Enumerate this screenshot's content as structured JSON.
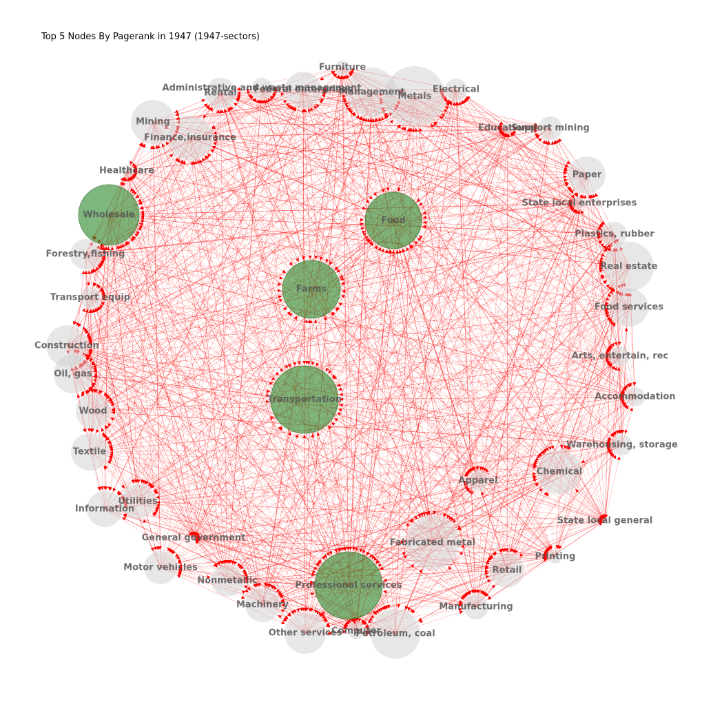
{
  "title": "Top 5 Nodes By Pagerank in 1947 (1947-sectors)",
  "colors": {
    "highlight_node": "#2e8b2e",
    "other_node": "#d0d0d0",
    "edge": "#ff0000",
    "label": "#555555"
  },
  "nodes": [
    {
      "label": "Farms",
      "top": true
    },
    {
      "label": "Food",
      "top": true
    },
    {
      "label": "Wholesale",
      "top": true
    },
    {
      "label": "Transportation",
      "top": true
    },
    {
      "label": "Professional services",
      "top": true
    },
    {
      "label": "Furniture",
      "top": false
    },
    {
      "label": "Administrative and waste management",
      "top": false
    },
    {
      "label": "Rental",
      "top": false
    },
    {
      "label": "Federal enterprises",
      "top": false
    },
    {
      "label": "Management",
      "top": false
    },
    {
      "label": "Metals",
      "top": false
    },
    {
      "label": "Electrical",
      "top": false
    },
    {
      "label": "Educational",
      "top": false
    },
    {
      "label": "Support mining",
      "top": false
    },
    {
      "label": "Mining",
      "top": false
    },
    {
      "label": "Finance,insurance",
      "top": false
    },
    {
      "label": "Healthcare",
      "top": false
    },
    {
      "label": "Paper",
      "top": false
    },
    {
      "label": "State local enterprises",
      "top": false
    },
    {
      "label": "Plastics, rubber",
      "top": false
    },
    {
      "label": "Real estate",
      "top": false
    },
    {
      "label": "Food services",
      "top": false
    },
    {
      "label": "Forestry,fishing",
      "top": false
    },
    {
      "label": "Transport equip",
      "top": false
    },
    {
      "label": "Construction",
      "top": false
    },
    {
      "label": "Oil, gas",
      "top": false
    },
    {
      "label": "Arts, entertain, rec",
      "top": false
    },
    {
      "label": "Accommodation",
      "top": false
    },
    {
      "label": "Wood",
      "top": false
    },
    {
      "label": "Textile",
      "top": false
    },
    {
      "label": "Warehousing, storage",
      "top": false
    },
    {
      "label": "Apparel",
      "top": false
    },
    {
      "label": "Chemical",
      "top": false
    },
    {
      "label": "Utilities",
      "top": false
    },
    {
      "label": "Information",
      "top": false
    },
    {
      "label": "State local general",
      "top": false
    },
    {
      "label": "General government",
      "top": false
    },
    {
      "label": "Fabricated metal",
      "top": false
    },
    {
      "label": "Motor vehicles",
      "top": false
    },
    {
      "label": "Printing",
      "top": false
    },
    {
      "label": "Retail",
      "top": false
    },
    {
      "label": "Nonmetallic",
      "top": false
    },
    {
      "label": "Machinery",
      "top": false
    },
    {
      "label": "Manufacturing",
      "top": false
    },
    {
      "label": "Other services",
      "top": false
    },
    {
      "label": "Computer",
      "top": false
    },
    {
      "label": "Petroleum, coal",
      "top": false
    }
  ]
}
